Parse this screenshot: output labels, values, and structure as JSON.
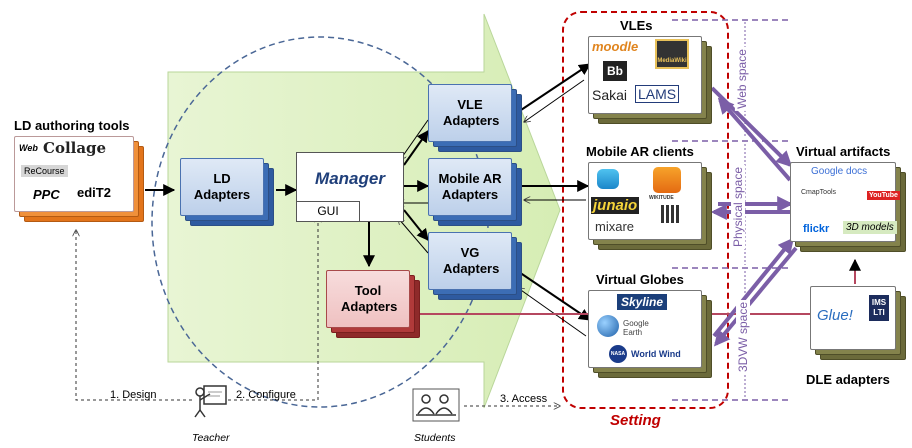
{
  "labels": {
    "ld_authoring_tools": "LD authoring tools",
    "ld_adapters": "LD Adapters",
    "manager": "Manager",
    "gui": "GUI",
    "tool_adapters": "Tool Adapters",
    "vle_adapters": "VLE Adapters",
    "mobile_ar_adapters": "Mobile AR Adapters",
    "vg_adapters": "VG Adapters",
    "vles": "VLEs",
    "mobile_ar_clients": "Mobile AR clients",
    "virtual_globes": "Virtual Globes",
    "virtual_artifacts": "Virtual artifacts",
    "dle_adapters": "DLE adapters",
    "setting": "Setting",
    "web_space": "Web space",
    "physical_space": "Physical space",
    "dvw_space": "3DVW space"
  },
  "flow": {
    "design": "1. Design",
    "configure": "2. Configure",
    "access": "3. Access",
    "teacher": "Teacher",
    "students": "Students"
  },
  "logos": {
    "authoring": [
      "Web",
      "Collage",
      "ReCourse",
      "PPC",
      "ediT2"
    ],
    "vles": [
      "moodle",
      "Bb",
      "Sakai",
      "LAMS",
      "MediaWiki"
    ],
    "mobile_ar": [
      "junaio",
      "mixare",
      "WIKITUDE"
    ],
    "virtual_globes": [
      "Skyline",
      "Google Earth",
      "World Wind",
      "NASA"
    ],
    "virtual_artifacts": [
      "Google docs",
      "YouTube",
      "CmapTools",
      "flickr",
      "3D models"
    ],
    "dle": [
      "Glue!",
      "IMS LTI"
    ]
  },
  "colors": {
    "blue_box": "#3c6db5",
    "red_box": "#b03a3a",
    "orange_box": "#f0903a",
    "arrow_green": "#e2f2c8",
    "setting_red": "#c00000",
    "space_purple": "#7b5ea7",
    "dle_line": "#b5475f"
  }
}
